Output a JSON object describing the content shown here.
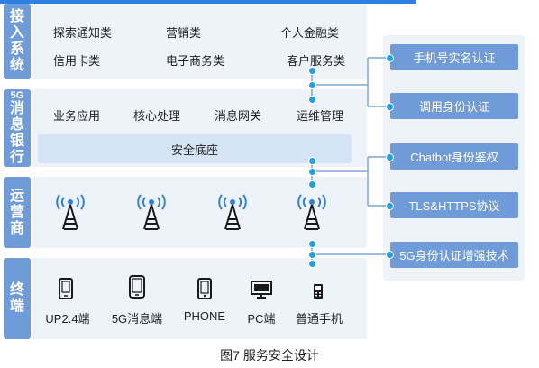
{
  "layers": {
    "access": {
      "label": [
        "接",
        "入",
        "系",
        "统"
      ],
      "row1": [
        "探索通知类",
        "营销类",
        "个人金融类"
      ],
      "row2": [
        "信用卡类",
        "电子商务类",
        "客户服务类"
      ]
    },
    "messaging": {
      "label_prefix": "5G",
      "label": [
        "消",
        "息",
        "银",
        "行"
      ],
      "items": [
        "业务应用",
        "核心处理",
        "消息网关",
        "运维管理"
      ],
      "security": "安全底座"
    },
    "operator": {
      "label": [
        "运",
        "营",
        "商"
      ],
      "towers": [
        "tower-icon",
        "tower-icon",
        "tower-icon",
        "tower-icon"
      ]
    },
    "terminal": {
      "label": [
        "终",
        "端"
      ],
      "devices": [
        {
          "icon": "phone-icon",
          "label": "UP2.4端"
        },
        {
          "icon": "smartphone-icon",
          "label": "5G消息端"
        },
        {
          "icon": "phone-icon",
          "label": "PHONE"
        },
        {
          "icon": "monitor-icon",
          "label": "PC端"
        },
        {
          "icon": "feature-phone-icon",
          "label": "普通手机"
        }
      ]
    }
  },
  "auth": [
    "手机号实名认证",
    "调用身份认证",
    "Chatbot身份鉴权",
    "TLS&HTTPS协议",
    "5G身份认证增强技术"
  ],
  "caption": "图7 服务安全设计",
  "colors": {
    "accent": "#2f7fe0",
    "label_bg": "#6f9bd8",
    "panel_bg": "#eef3fa",
    "dot": "#1da1e6"
  }
}
